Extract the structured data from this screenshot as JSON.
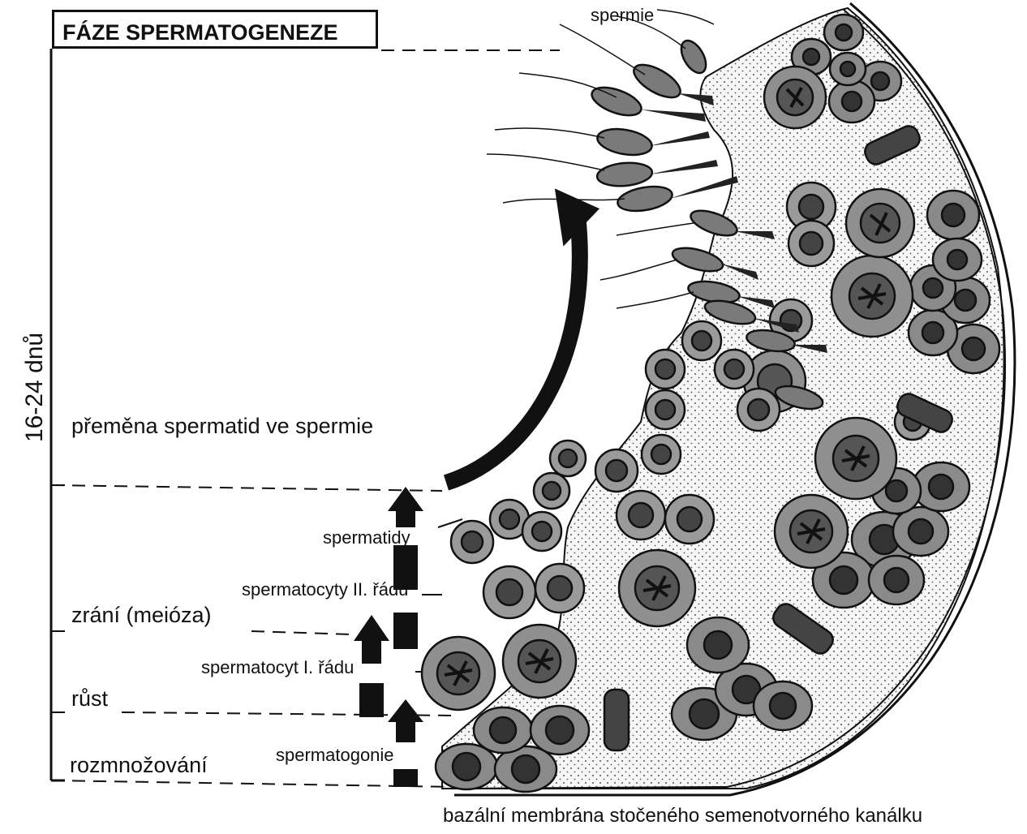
{
  "title": "FÁZE SPERMATOGENEZE",
  "duration": "16-24 dnů",
  "phases": {
    "transformation": "přeměna spermatid ve spermie",
    "maturation": "zrání (meióza)",
    "growth": "růst",
    "proliferation": "rozmnožování"
  },
  "cells": {
    "spermie": "spermie",
    "spermatidy": "spermatidy",
    "spermatocyty2": "spermatocyty II. řádu",
    "spermatocyt1": "spermatocyt I. řádu",
    "spermatogonie": "spermatogonie"
  },
  "basal_membrane": "bazální membrána stočeného semenotvorného kanálku"
}
